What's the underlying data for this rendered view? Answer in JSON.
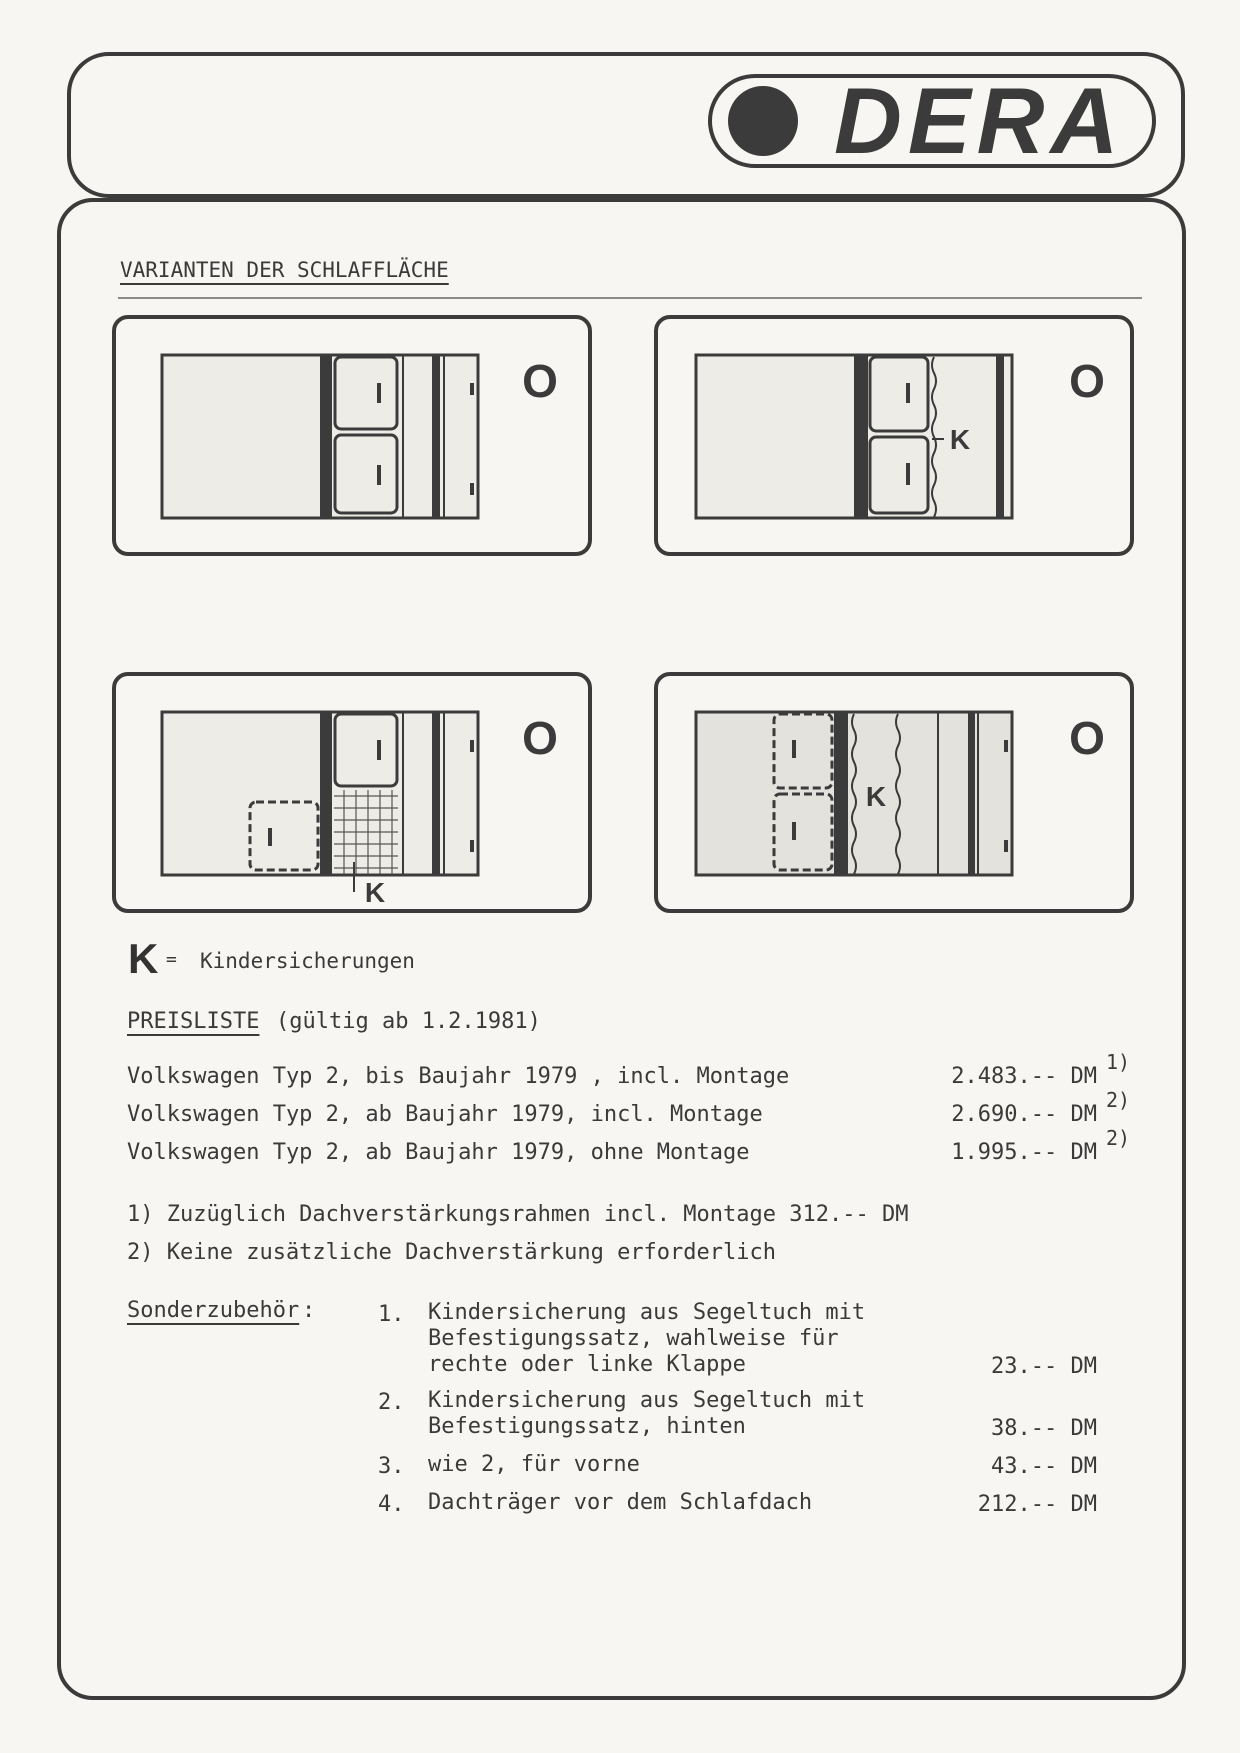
{
  "logo": {
    "text": "DERA"
  },
  "section": {
    "title": "VARIANTEN DER SCHLAFFLÄCHE"
  },
  "diagrams": {
    "marker_o": "O",
    "k_label": "K"
  },
  "legend": {
    "symbol": "K",
    "equals": "=",
    "text": "Kindersicherungen"
  },
  "pricelist": {
    "title": "PREISLISTE",
    "validity": "(gültig ab 1.2.1981)",
    "rows": [
      {
        "text": "Volkswagen Typ 2, bis Baujahr 1979 , incl. Montage",
        "price": "2.483.-- DM",
        "note": "1)"
      },
      {
        "text": "Volkswagen Typ 2, ab  Baujahr 1979,  incl. Montage",
        "price": "2.690.-- DM",
        "note": "2)"
      },
      {
        "text": "Volkswagen Typ 2, ab  Baujahr 1979,  ohne Montage",
        "price": "1.995.-- DM",
        "note": "2)"
      }
    ],
    "footnotes": [
      "1) Zuzüglich Dachverstärkungsrahmen incl. Montage  312.-- DM",
      "2) Keine zusätzliche Dachverstärkung erforderlich"
    ]
  },
  "accessories": {
    "label": "Sonderzubehör",
    "colon": ":",
    "items": [
      {
        "num": "1.",
        "lines": [
          "Kindersicherung aus Segeltuch mit",
          "Befestigungssatz, wahlweise für",
          "rechte oder linke Klappe"
        ],
        "price": "23.-- DM"
      },
      {
        "num": "2.",
        "lines": [
          "Kindersicherung aus Segeltuch mit",
          "Befestigungssatz, hinten"
        ],
        "price": "38.-- DM"
      },
      {
        "num": "3.",
        "lines": [
          "wie 2, für vorne"
        ],
        "price": "43.-- DM"
      },
      {
        "num": "4.",
        "lines": [
          "Dachträger vor dem Schlafdach"
        ],
        "price": "212.-- DM"
      }
    ]
  }
}
